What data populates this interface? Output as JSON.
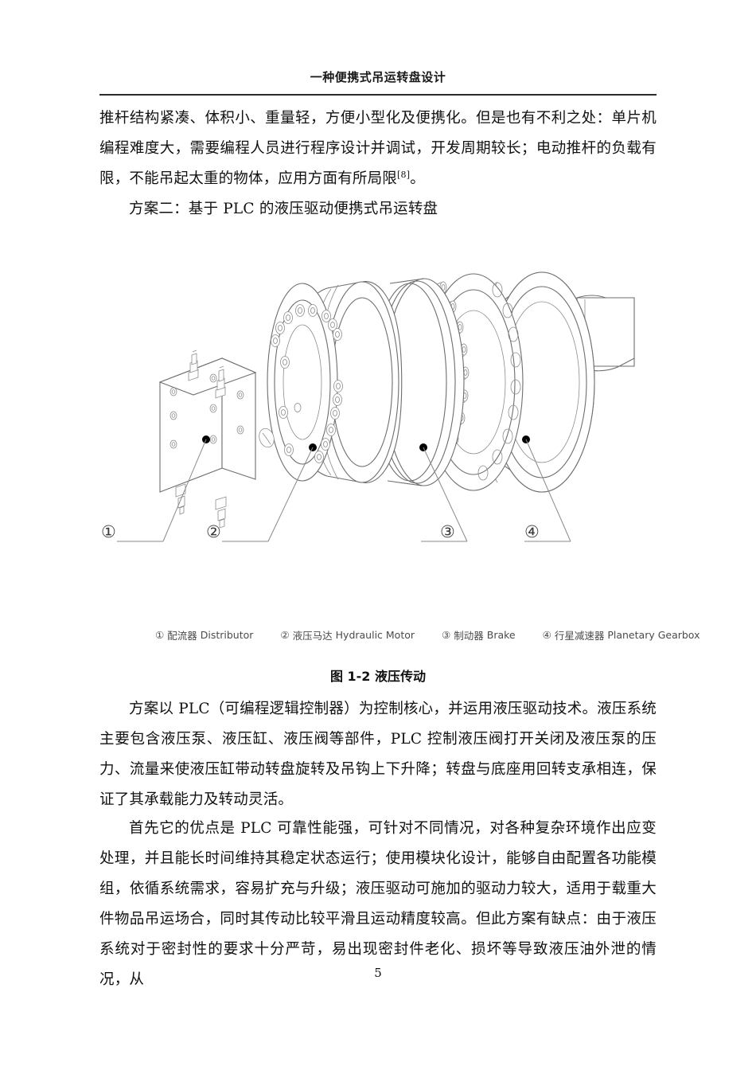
{
  "header": {
    "title": "一种便携式吊运转盘设计"
  },
  "body": {
    "para1": "推杆结构紧凑、体积小、重量轻，方便小型化及便携化。但是也有不利之处：单片机编程难度大，需要编程人员进行程序设计并调试，开发周期较长；电动推杆的负载有限，不能吊起太重的物体，应用方面有所局限",
    "para1_footnote": "[8]",
    "para1_tail": "。",
    "para2": "方案二：基于 PLC 的液压驱动便携式吊运转盘",
    "para3": "方案以 PLC（可编程逻辑控制器）为控制核心，并运用液压驱动技术。液压系统主要包含液压泵、液压缸、液压阀等部件，PLC 控制液压阀打开关闭及液压泵的压力、流量来使液压缸带动转盘旋转及吊钩上下升降；转盘与底座用回转支承相连，保证了其承载能力及转动灵活。",
    "para4": "首先它的优点是 PLC 可靠性能强，可针对不同情况，对各种复杂环境作出应变处理，并且能长时间维持其稳定状态运行；使用模块化设计，能够自由配置各功能模组，依循系统需求，容易扩充与升级；液压驱动可施加的驱动力较大，适用于载重大件物品吊运场合，同时其传动比较平滑且运动精度较高。但此方案有缺点：由于液压系统对于密封性的要求十分严苛，易出现密封件老化、损坏等导致液压油外泄的情况，从"
  },
  "figure": {
    "caption_label": "图 1-2",
    "caption_text": "液压传动",
    "callouts": [
      {
        "num": "①",
        "label": "1"
      },
      {
        "num": "②",
        "label": "2"
      },
      {
        "num": "③",
        "label": "3"
      },
      {
        "num": "④",
        "label": "4"
      }
    ],
    "legend": [
      {
        "num": "①",
        "cn": "配流器",
        "en": "Distributor"
      },
      {
        "num": "②",
        "cn": "液压马达",
        "en": "Hydraulic Motor"
      },
      {
        "num": "③",
        "cn": "制动器",
        "en": "Brake"
      },
      {
        "num": "④",
        "cn": "行星减速器",
        "en": "Planetary Gearbox"
      }
    ]
  },
  "footer": {
    "page_number": "5"
  },
  "colors": {
    "text": "#111111",
    "rule": "#2b2b2b",
    "legend_text": "#4b4b4b",
    "drawing_line": "#6e6e6e",
    "drawing_line_dark": "#3c3c3c"
  }
}
